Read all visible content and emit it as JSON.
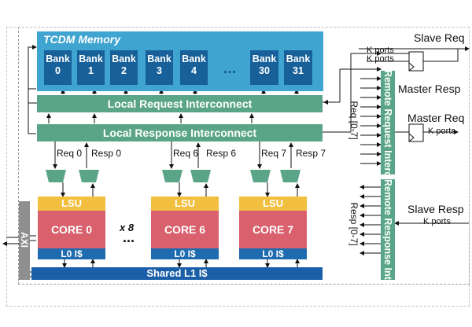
{
  "tcdm": {
    "title": "TCDM Memory",
    "banks": [
      {
        "label": "Bank",
        "index": "0"
      },
      {
        "label": "Bank",
        "index": "1"
      },
      {
        "label": "Bank",
        "index": "2"
      },
      {
        "label": "Bank",
        "index": "3"
      },
      {
        "label": "Bank",
        "index": "4"
      },
      {
        "label": "Bank",
        "index": "30"
      },
      {
        "label": "Bank",
        "index": "31"
      }
    ],
    "ellipsis": "..."
  },
  "interconnects": {
    "local_request": "Local Request Interconnect",
    "local_response": "Local Response Interconnect",
    "remote_request": "Remote Request Interconnect",
    "remote_response": "Remote Response Interconnect"
  },
  "ports": {
    "req_0": "Req 0",
    "resp_0": "Resp 0",
    "req_6": "Req 6",
    "resp_6": "Resp 6",
    "req_7": "Req 7",
    "resp_7": "Resp 7",
    "req_range": "Req [0-7]",
    "resp_range": "Resp [0-7]",
    "k_ports": "K ports"
  },
  "external": {
    "slave_req": "Slave Req",
    "master_resp": "Master Resp",
    "master_req": "Master Req",
    "slave_resp": "Slave Resp"
  },
  "cores": [
    {
      "lsu": "LSU",
      "name": "CORE 0",
      "l0": "L0 I$"
    },
    {
      "lsu": "LSU",
      "name": "CORE 6",
      "l0": "L0 I$"
    },
    {
      "lsu": "LSU",
      "name": "CORE 7",
      "l0": "L0 I$"
    }
  ],
  "replication": "x 8",
  "core_ellipsis": "...",
  "shared_l1": "Shared L1 I$",
  "axi": "AXI",
  "colors": {
    "tcdm": "#3fa4d0",
    "bank": "#17609a",
    "interconnect": "#5aa588",
    "lsu": "#f2bf3f",
    "core": "#d9616e",
    "l0": "#1f6bb0",
    "axi": "#8f8f8f"
  }
}
